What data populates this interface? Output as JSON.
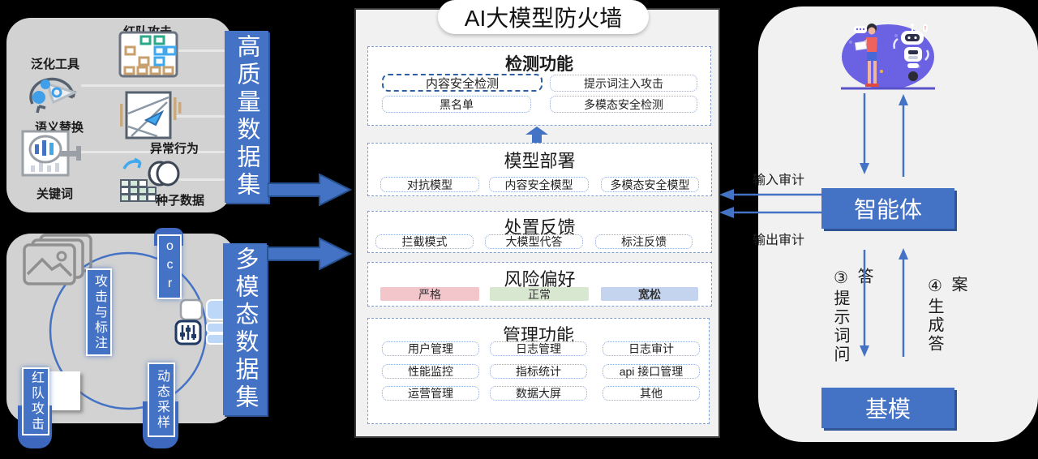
{
  "firewall": {
    "title": "AI大模型防火墙",
    "detect": {
      "title": "检测功能",
      "items": [
        "内容安全检测",
        "提示词注入攻击",
        "黑名单",
        "多模态安全检测"
      ]
    },
    "deploy": {
      "title": "模型部署",
      "items": [
        "对抗模型",
        "内容安全模型",
        "多模态安全模型"
      ]
    },
    "feedback": {
      "title": "处置反馈",
      "items": [
        "拦截模式",
        "大模型代答",
        "标注反馈"
      ]
    },
    "risk": {
      "title": "风险偏好",
      "items": [
        "严格",
        "正常",
        "宽松"
      ]
    },
    "manage": {
      "title": "管理功能",
      "items": [
        "用户管理",
        "日志管理",
        "日志审计",
        "性能监控",
        "指标统计",
        "api 接口管理",
        "运营管理",
        "数据大屏",
        "其他"
      ]
    }
  },
  "dataset_hq": {
    "label": "高质量数据集",
    "items": [
      "红队攻击",
      "泛化工具",
      "语义替换",
      "异常行为",
      "关键词",
      "种子数据"
    ]
  },
  "dataset_mm": {
    "label": "多模态数据集",
    "items": [
      "攻击与标注",
      "ocr",
      "动态采样",
      "红队攻击"
    ]
  },
  "right": {
    "agent": "智能体",
    "base": "基模",
    "input_audit": "输入审计",
    "output_audit": "输出审计",
    "step3": "③提示词问答",
    "step4": "④生成答案"
  },
  "icons": {
    "red_team_grid": "red-team-grid-icon",
    "generalize_cycle": "generalize-cycle-icon",
    "keyword_search": "keyword-search-icon",
    "anomaly_behavior": "anomaly-behavior-icon",
    "seed_data": "seed-data-icon",
    "image_stack": "image-stack-icon",
    "sampler_mixer": "sampler-mixer-icon",
    "person_robot": "person-robot-illustration",
    "up_arrow": "up-arrow-icon",
    "flow_arrow": "flow-arrow-icon"
  },
  "colors": {
    "accent_blue": "#4472C4",
    "arrow_dark": "#2F5597",
    "risk_strict_bg": "#F2C6CB",
    "risk_normal_bg": "#D8E7CF",
    "risk_loose_bg": "#C4D4EE",
    "panel_gray": "#D2D2D2",
    "panel_light": "#F1F1F2",
    "illustration_purple": "#6B62E3"
  }
}
